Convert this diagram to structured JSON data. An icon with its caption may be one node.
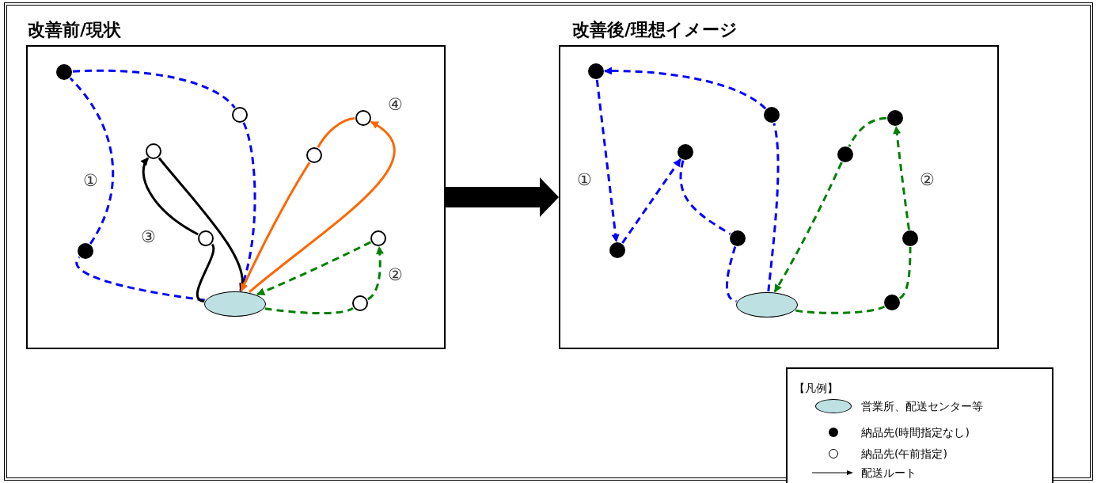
{
  "diagram": {
    "nodes": [
      {
        "text": [
          "改善前/現状"
        ]
      },
      {
        "text": [],
        "shape": "circle",
        "in": 0
      },
      {
        "text": [],
        "shape": "circle",
        "in": 0
      },
      {
        "text": [],
        "shape": "circle",
        "in": 0
      },
      {
        "text": [],
        "shape": "circle",
        "in": 0
      },
      {
        "text": [],
        "shape": "circle",
        "in": 0
      },
      {
        "text": [],
        "shape": "circle",
        "in": 0
      },
      {
        "text": [],
        "shape": "circle",
        "in": 0
      },
      {
        "text": [],
        "shape": "circle",
        "in": 0
      },
      {
        "text": [],
        "shape": "circle",
        "in": 0
      },
      {
        "text": [],
        "shape": "ellipse",
        "in": 0
      },
      {
        "text": [
          "改善後/理想イメージ"
        ]
      },
      {
        "text": [],
        "shape": "circle",
        "in": 11
      },
      {
        "text": [],
        "shape": "circle",
        "in": 11
      },
      {
        "text": [],
        "shape": "circle",
        "in": 11
      },
      {
        "text": [],
        "shape": "circle",
        "in": 11
      },
      {
        "text": [],
        "shape": "circle",
        "in": 11
      },
      {
        "text": [],
        "shape": "circle",
        "in": 11
      },
      {
        "text": [],
        "shape": "circle",
        "in": 11
      },
      {
        "text": [],
        "shape": "circle",
        "in": 11
      },
      {
        "text": [],
        "shape": "circle",
        "in": 11
      },
      {
        "text": [],
        "shape": "ellipse",
        "in": 11
      }
    ],
    "edges": [
      {
        "from": 10,
        "to": 8,
        "arrow": "none",
        "style": "dashed"
      },
      {
        "from": 8,
        "to": 1,
        "arrow": "none",
        "style": "dashed"
      },
      {
        "from": 1,
        "to": 2,
        "arrow": "none",
        "style": "dashed"
      },
      {
        "from": 2,
        "to": 10,
        "arrow": "to",
        "style": "dashed"
      },
      {
        "from": 10,
        "to": 6,
        "arrow": "none",
        "color": "#000000"
      },
      {
        "from": 6,
        "to": 4,
        "arrow": "to",
        "color": "#000000"
      },
      {
        "from": 4,
        "to": 10,
        "arrow": "to",
        "color": "#000000"
      },
      {
        "from": 10,
        "to": 3,
        "arrow": "to",
        "color": "#ff6600"
      },
      {
        "from": 3,
        "to": 5,
        "arrow": "none",
        "color": "#ff6600"
      },
      {
        "from": 5,
        "to": 10,
        "arrow": "to",
        "color": "#ff6600"
      },
      {
        "from": 10,
        "to": 9,
        "arrow": "none",
        "style": "dashed",
        "color": "#008000"
      },
      {
        "from": 9,
        "to": 7,
        "arrow": "to",
        "style": "dashed",
        "color": "#008000"
      },
      {
        "from": 7,
        "to": 10,
        "arrow": "to",
        "style": "dashed",
        "color": "#008000"
      },
      {
        "from": 0,
        "to": 11,
        "arrow": "to",
        "style": "thick",
        "color": "#000000"
      },
      {
        "from": 21,
        "to": 13,
        "arrow": "none",
        "style": "dashed"
      },
      {
        "from": 13,
        "to": 12,
        "arrow": "to",
        "style": "dashed"
      },
      {
        "from": 12,
        "to": 19,
        "arrow": "to",
        "style": "dashed"
      },
      {
        "from": 19,
        "to": 15,
        "arrow": "to",
        "style": "dashed"
      },
      {
        "from": 15,
        "to": 17,
        "arrow": "none",
        "style": "dashed"
      },
      {
        "from": 17,
        "to": 21,
        "arrow": "none",
        "style": "dashed"
      },
      {
        "from": 21,
        "to": 20,
        "arrow": "none",
        "style": "dashed",
        "color": "#008000"
      },
      {
        "from": 20,
        "to": 18,
        "arrow": "none",
        "style": "dashed",
        "color": "#008000"
      },
      {
        "from": 18,
        "to": 14,
        "arrow": "to",
        "style": "dashed",
        "color": "#008000"
      },
      {
        "from": 14,
        "to": 16,
        "arrow": "none",
        "style": "dashed",
        "color": "#008000"
      },
      {
        "from": 16,
        "to": 21,
        "arrow": "to",
        "style": "dashed",
        "color": "#008000"
      }
    ],
    "labels": [
      "④",
      "①",
      "③",
      "②",
      "①",
      "②",
      "【凡例】"
    ],
    "legend": [
      {
        "text": "営業所、配送センター等",
        "color": "#bde0e3"
      },
      {
        "text": "納品先(時間指定なし)"
      },
      {
        "text": "納品先(午前指定)"
      },
      {
        "text": "配送ルート"
      }
    ]
  }
}
